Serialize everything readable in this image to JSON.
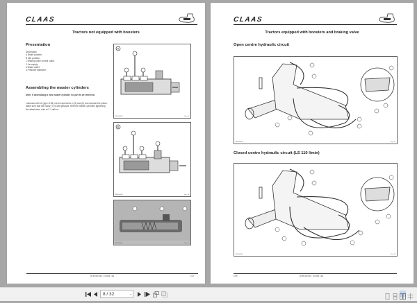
{
  "viewer": {
    "left_page": {
      "brand": "CLAAS",
      "title": "Tractors not equipped with boosters",
      "section1_heading": "Presentation",
      "description_label": "Description",
      "description_items": [
        "A  Brake position.",
        "B  Idle position.",
        "1  Braking valve control outlet.",
        "2  Jar supply.",
        "3  Brake outlet.",
        "4  Pressure stabilizer."
      ],
      "section2_heading": "Assembling the master cylinders",
      "note": "Note: If assembling a new master cylinder, no part to be removed.",
      "body": "Lubricate with oil (type LHM) via the apertures in (5) and (6) and activate the piston. Make sure that the cavity (7) is well greased. Refit the master cylinders tightening the attachment nuts at 2.1 daN.m.",
      "figures": [
        {
          "label": "A",
          "callouts": [
            "1",
            "2",
            "3"
          ],
          "fig_tag": "Fig. 15"
        },
        {
          "label": "B",
          "callouts": [
            "1",
            "2",
            "3",
            "4"
          ],
          "fig_tag": "Fig. 16"
        },
        {
          "label": "",
          "callouts": [
            "5",
            "6",
            "7"
          ],
          "fig_tag": "Fig. 17"
        }
      ],
      "footer_doc": "00 35 029 904 - 01.2004 - EN",
      "footer_page": "C2.7"
    },
    "right_page": {
      "brand": "CLAAS",
      "title": "Tractors equipped with boosters and braking valve",
      "section1_heading": "Open centre hydraulic circuit",
      "section2_heading": "Closed centre hydraulic circuit (LS 110 l/min)",
      "figures": [
        {
          "callouts": [
            "1",
            "2",
            "3",
            "4",
            "5",
            "6",
            "7",
            "8",
            "9",
            "10",
            "11",
            "12",
            "13"
          ],
          "fig_tag": "Fig. 18"
        },
        {
          "callouts": [
            "1",
            "2",
            "3",
            "4",
            "5",
            "6",
            "7",
            "8",
            "9",
            "10",
            "11",
            "12",
            "13"
          ],
          "fig_tag": "Fig. 19"
        }
      ],
      "footer_page": "C2.8",
      "footer_doc": "00 35 029 904 - 01.2004 - EN"
    }
  },
  "toolbar": {
    "first_page": "first-page-icon",
    "prev_page": "previous-page-icon",
    "page_value": "8 / 32",
    "next_page": "next-page-icon",
    "last_page": "last-page-icon",
    "view_modes": [
      "single-page",
      "continuous",
      "two-page",
      "two-page-continuous"
    ],
    "active_view_mode": "two-page"
  }
}
